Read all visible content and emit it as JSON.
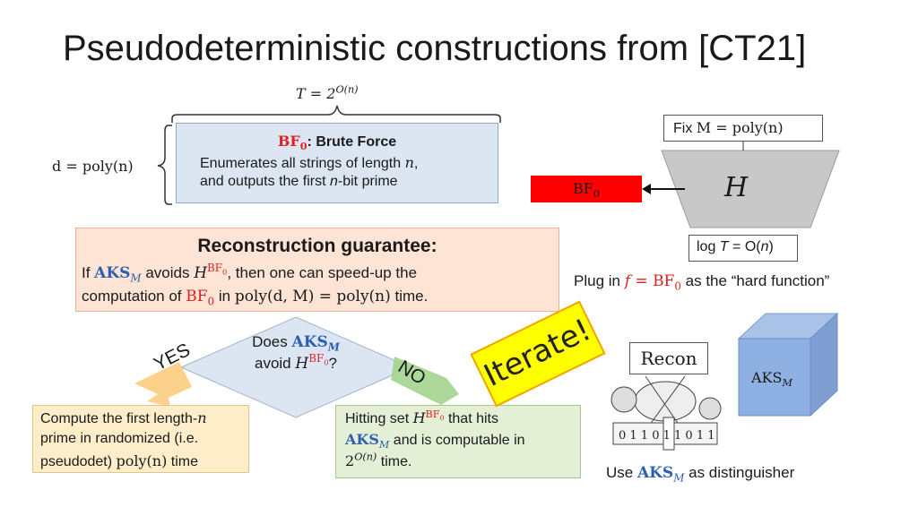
{
  "title": "Pseudodeterministic constructions from [CT21]",
  "T_label": {
    "lhs": "T = 2",
    "exp": "O(n)"
  },
  "bf_box": {
    "title_math": "BF",
    "title_sub": "0",
    "title_text": ": Brute Force",
    "line1_text": "Enumerates all strings of length ",
    "line1_var": "n",
    "line1_end": ",",
    "line2_a": "and outputs the first ",
    "line2_var": "n",
    "line2_b": "-bit prime"
  },
  "d_label": "d = poly(n)",
  "reconstruction": {
    "title": "Reconstruction guarantee:",
    "line1_if": "If ",
    "line1_aks": "AKS",
    "line1_aks_sub": "M",
    "line1_avoids": " avoids ",
    "line1_H": "H",
    "line1_H_sup": "BF",
    "line1_H_sup_sub": "0",
    "line1_rest": ", then one can speed-up the",
    "line2_a": "computation of ",
    "line2_bf": "BF",
    "line2_bf_sub": "0",
    "line2_in": " in ",
    "line2_math": "poly(d, M) = poly(n)",
    "line2_end": " time."
  },
  "fix_box": {
    "text": "Fix ",
    "math": "M = poly(n)"
  },
  "bf0_red": {
    "text": "BF",
    "sub": "0"
  },
  "H_label": "H",
  "logT_box": {
    "text_a": "log ",
    "T": "T",
    "text_b": " = O(",
    "n": "n",
    "text_c": ")"
  },
  "plug_in": {
    "a": "Plug in ",
    "f": "f",
    "eq": " = ",
    "bf": "BF",
    "bf_sub": "0",
    "b": " as the “hard function”"
  },
  "diamond": {
    "line1_a": "Does ",
    "line1_aks": "AKS",
    "line1_sub": "M",
    "line2_a": "avoid ",
    "line2_H": "H",
    "line2_sup": "BF",
    "line2_sup_sub": "0",
    "line2_q": "?"
  },
  "yes_label": "YES",
  "no_label": "NO",
  "yes_box": {
    "line1_a": "Compute the first length-",
    "line1_n": "n",
    "line2": "prime in randomized (i.e.",
    "line3_a": "pseudodet) ",
    "line3_math": "poly(n)",
    "line3_b": " time"
  },
  "no_box": {
    "line1_a": "Hitting set ",
    "line1_H": "H",
    "line1_sup": "BF",
    "line1_sup_sub": "0",
    "line1_b": " that hits",
    "line2_aks": "AKS",
    "line2_sub": "M",
    "line2_b": " and is computable in",
    "line3_a": "2",
    "line3_sup": "O(n)",
    "line3_b": " time."
  },
  "iterate": "Iterate!",
  "recon_label": "Recon",
  "cube_label": {
    "text": "AKS",
    "sub": "M"
  },
  "use_text": {
    "a": "Use ",
    "aks": "AKS",
    "sub": "M",
    "b": " as distinguisher"
  },
  "tape_digits": "0 1 1 0 1 1 0 1 1"
}
